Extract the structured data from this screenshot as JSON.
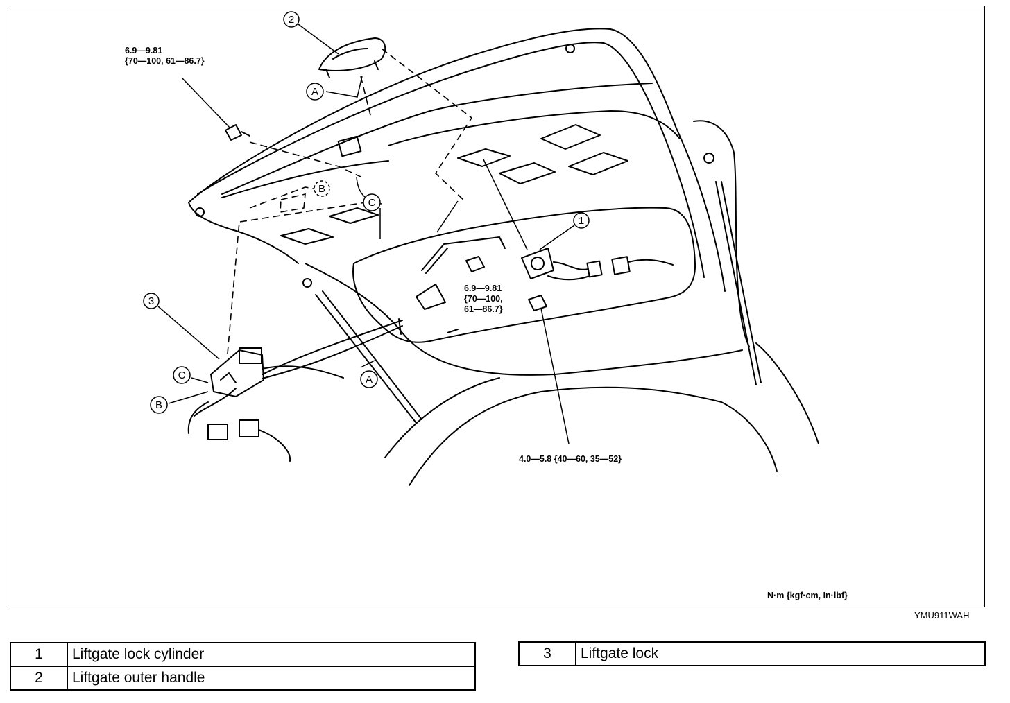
{
  "diagram": {
    "callouts": [
      "1",
      "2",
      "3"
    ],
    "reference_letters": [
      "A",
      "B",
      "C"
    ],
    "torque_specs": {
      "handle_bolt": [
        "6.9—9.81",
        "{70—100, 61—86.7}"
      ],
      "cylinder_nut": [
        "6.9—9.81",
        "{70—100,",
        "61—86.7}"
      ],
      "lock_bolt": "4.0—5.8 {40—60, 35—52}"
    },
    "units": "N·m {kgf·cm, In·lbf}",
    "figure_code": "YMU911WAH"
  },
  "legend": {
    "left": [
      {
        "num": "1",
        "label": "Liftgate lock cylinder"
      },
      {
        "num": "2",
        "label": "Liftgate outer handle"
      }
    ],
    "right": [
      {
        "num": "3",
        "label": "Liftgate lock"
      }
    ]
  }
}
